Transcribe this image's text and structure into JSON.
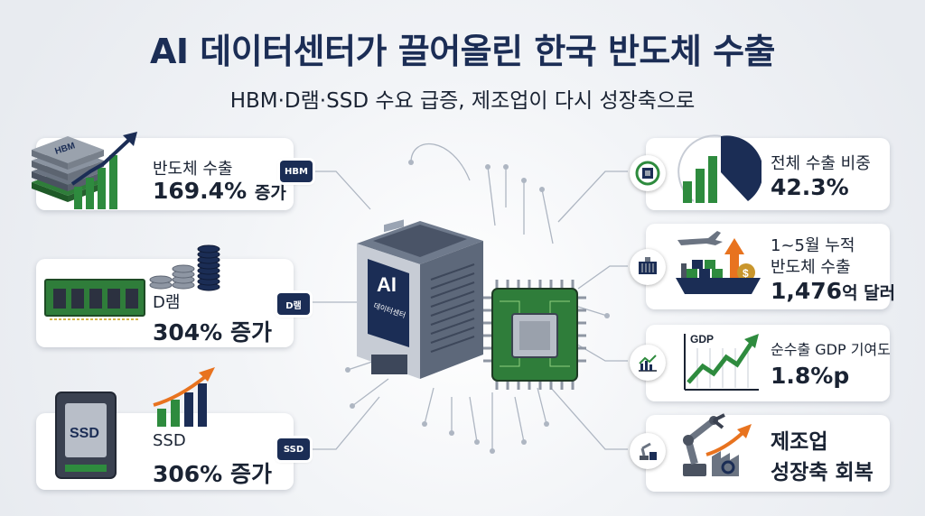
{
  "header": {
    "title": "AI 데이터센터가 끌어올린 한국 반도체 수출",
    "subtitle": "HBM·D램·SSD 수요 급증, 제조업이 다시 성장축으로"
  },
  "center": {
    "building_label": "AI",
    "building_sublabel": "데이터센터"
  },
  "left_cards": [
    {
      "label": "반도체 수출",
      "value": "169.4%",
      "suffix": "증가",
      "tag": "HBM",
      "chip_label": "HBM"
    },
    {
      "label": "D램",
      "value": "304% 증가",
      "tag": "D램"
    },
    {
      "label": "SSD",
      "value": "306% 증가",
      "tag": "SSD",
      "device_label": "SSD"
    }
  ],
  "right_cards": [
    {
      "label": "전체 수출 비중",
      "value": "42.3%"
    },
    {
      "label": "1~5월 누적",
      "label2": "반도체 수출",
      "value": "1,476",
      "suffix": "억 달러"
    },
    {
      "label": "순수출 GDP 기여도",
      "value": "1.8%p",
      "chart_label": "GDP"
    },
    {
      "label": "제조업",
      "label2": "성장축 회복"
    }
  ],
  "colors": {
    "navy": "#1b2d55",
    "green": "#2e8b3e",
    "orange": "#e8731f",
    "chip_green": "#2f7d3a"
  }
}
